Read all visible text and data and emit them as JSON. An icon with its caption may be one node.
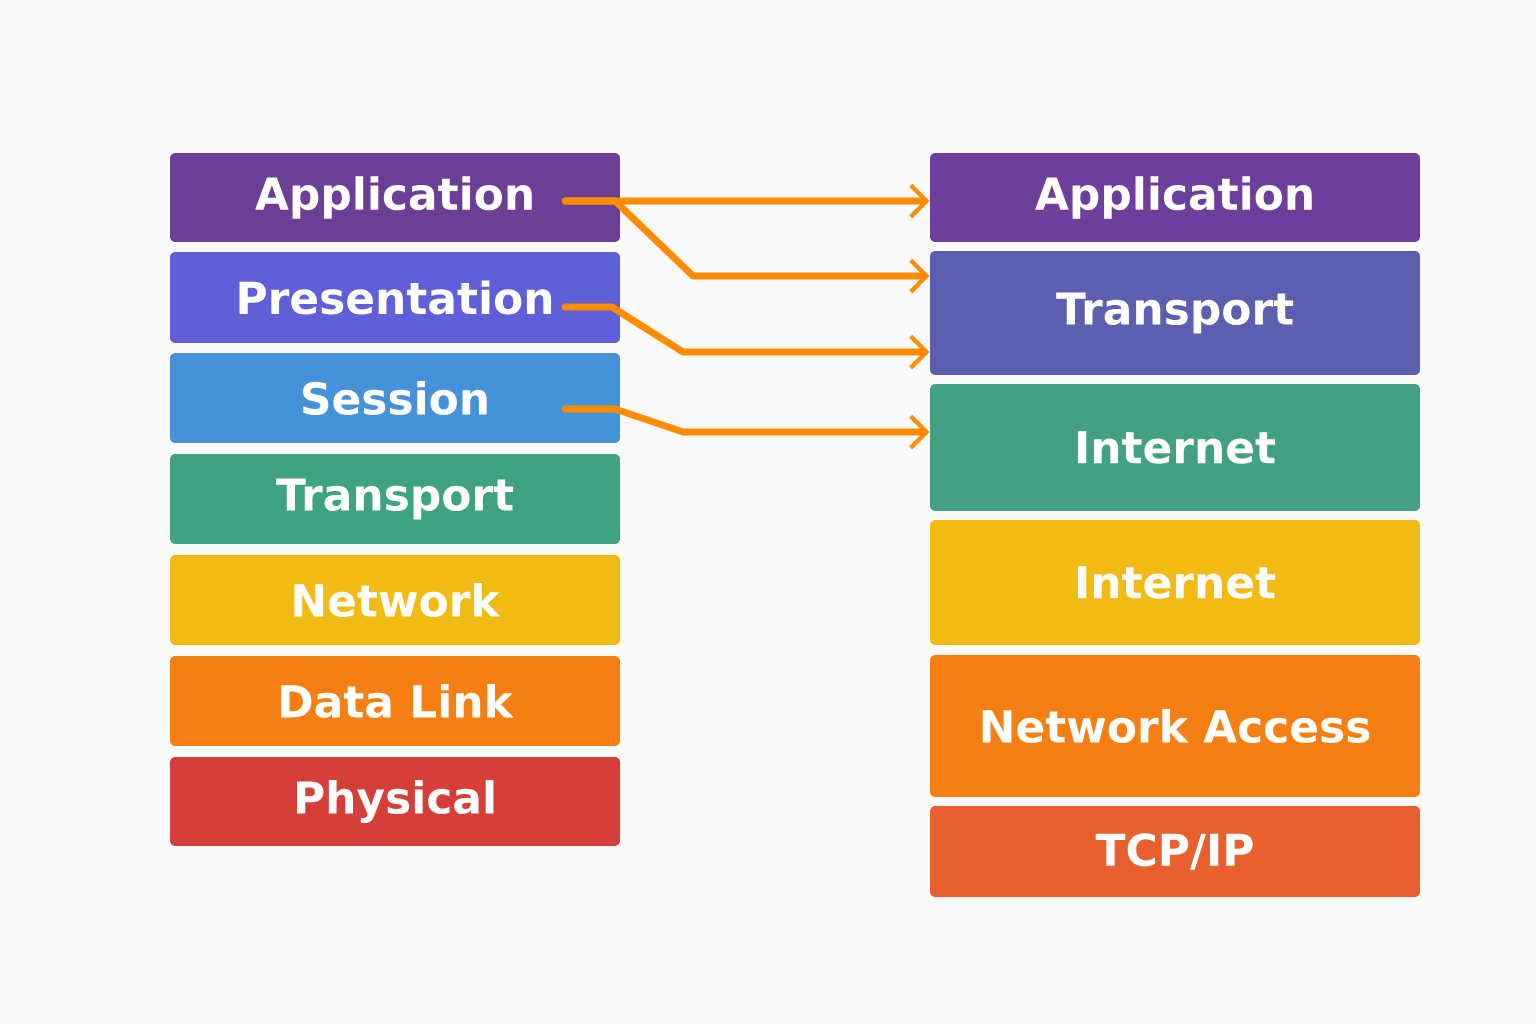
{
  "diagram": {
    "nodes": [
      {
        "text": [
          "Application"
        ]
      },
      {
        "text": [
          "Presentation"
        ]
      },
      {
        "text": [
          "Session"
        ]
      },
      {
        "text": [
          "Transport"
        ]
      },
      {
        "text": [
          "Network"
        ]
      },
      {
        "text": [
          "Data Link"
        ]
      },
      {
        "text": [
          "Physical"
        ]
      },
      {
        "text": [
          "Application"
        ]
      },
      {
        "text": [
          "Transport"
        ]
      },
      {
        "text": [
          "Internet"
        ]
      },
      {
        "text": [
          "Internet"
        ]
      },
      {
        "text": [
          "Network Access"
        ]
      },
      {
        "text": [
          "TCP/IP"
        ]
      }
    ],
    "edges": [
      {
        "from": 0,
        "to": 7,
        "arrow": "to"
      },
      {
        "from": 0,
        "to": 8,
        "arrow": "to"
      },
      {
        "from": 1,
        "to": 8,
        "arrow": "to"
      },
      {
        "from": 2,
        "to": 9,
        "arrow": "to"
      }
    ]
  }
}
